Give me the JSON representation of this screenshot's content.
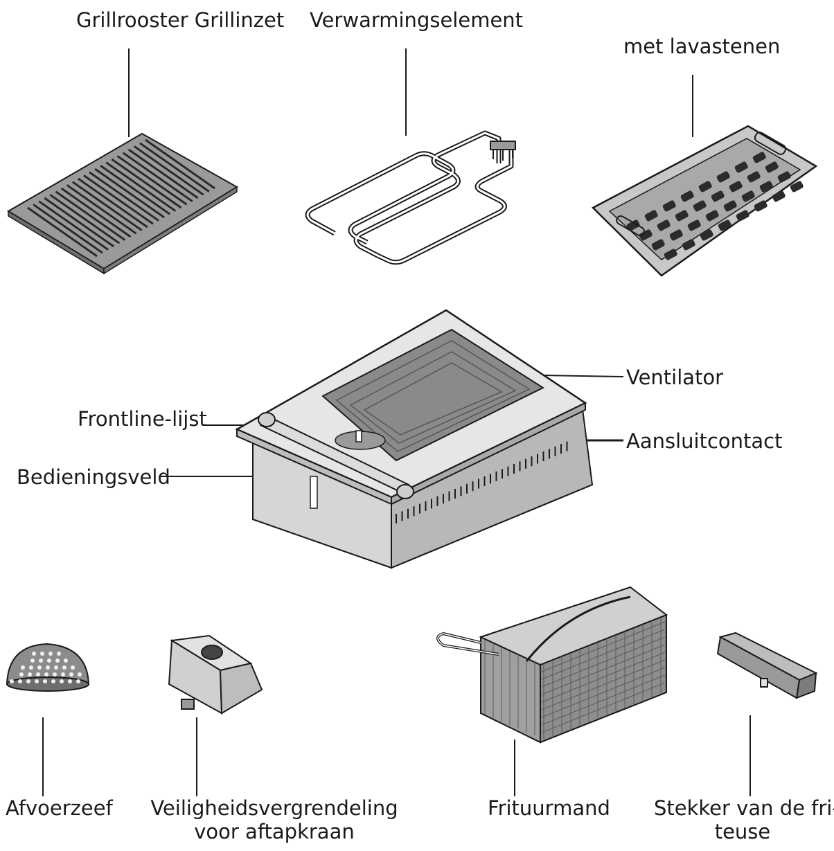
{
  "labels": {
    "grill": "Grillrooster Grillinzet",
    "heating": "Verwarmingselement",
    "lava": "met lavastenen",
    "ventilator": "Ventilator",
    "frontline": "Frontline-lijst",
    "contact": "Aansluitcontact",
    "panel": "Bedieningsveld",
    "strainer": "Afvoerzeef",
    "lock_line1": "Veiligheidsvergrendeling",
    "lock_line2": "voor aftapkraan",
    "basket": "Frituurmand",
    "plug_line1": "Stekker van de fri-",
    "plug_line2": "teuse"
  },
  "colors": {
    "line": "#1a1a1a",
    "metal_light": "#d9d9d9",
    "metal_mid": "#a8a8a8",
    "metal_dark": "#6e6e6e",
    "stone": "#2b2b2b"
  },
  "icons": {
    "grill": "grill-grate-icon",
    "heating": "heating-element-icon",
    "lava": "lava-stone-tray-icon",
    "fryer": "fryer-unit-icon",
    "strainer": "drain-strainer-icon",
    "lock": "safety-lock-icon",
    "basket": "fryer-basket-icon",
    "plug": "fryer-plug-icon"
  }
}
